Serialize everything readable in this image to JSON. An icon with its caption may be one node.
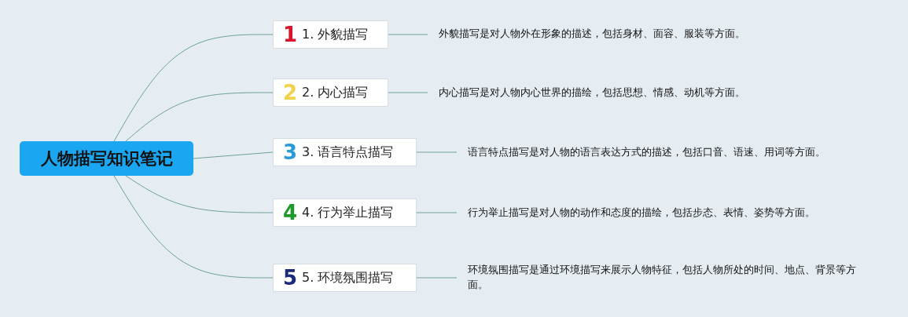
{
  "diagram": {
    "nodes": [
      {
        "text": [
          "人物描写知识笔记"
        ]
      },
      {
        "text": [
          "1",
          "1. 外貌描写"
        ]
      },
      {
        "text": [
          "2",
          "2. 内心描写"
        ]
      },
      {
        "text": [
          "3",
          "3. 语言特点描写"
        ]
      },
      {
        "text": [
          "4",
          "4. 行为举止描写"
        ]
      },
      {
        "text": [
          "5",
          "5. 环境氛围描写"
        ]
      },
      {
        "text": [
          "外貌描写是对人物外在形象的描述，包括身材、面容、服装等方面。"
        ]
      },
      {
        "text": [
          "内心描写是对人物内心世界的描绘，包括思想、情感、动机等方面。"
        ]
      },
      {
        "text": [
          "语言特点描写是对人物的语言表达方式的描述，包括口音、语速、用词等方面。"
        ]
      },
      {
        "text": [
          "行为举止描写是对人物的动作和态度的描绘，包括步态、表情、姿势等方面。"
        ]
      },
      {
        "text": [
          "环境氛围描写是通过环境描写来展示人物特征，包括人物所处的时间、地点、背景等方面。"
        ]
      }
    ],
    "edges": [
      {
        "from": 0,
        "to": 1,
        "arrow": "none"
      },
      {
        "from": 0,
        "to": 2,
        "arrow": "none"
      },
      {
        "from": 0,
        "to": 3,
        "arrow": "none"
      },
      {
        "from": 0,
        "to": 4,
        "arrow": "none"
      },
      {
        "from": 0,
        "to": 5,
        "arrow": "none"
      },
      {
        "from": 1,
        "to": 6,
        "arrow": "none"
      },
      {
        "from": 2,
        "to": 7,
        "arrow": "none"
      },
      {
        "from": 3,
        "to": 8,
        "arrow": "none"
      },
      {
        "from": 4,
        "to": 9,
        "arrow": "none"
      },
      {
        "from": 5,
        "to": 10,
        "arrow": "none"
      }
    ]
  }
}
